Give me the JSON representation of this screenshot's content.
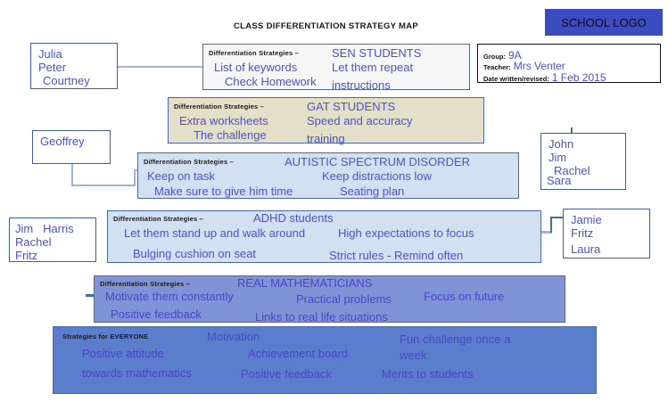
{
  "page": {
    "title": "CLASS DIFFERENTIATION STRATEGY MAP",
    "logo_label": "SCHOOL LOGO"
  },
  "info": {
    "group_label": "Group:",
    "group_value": "9A",
    "teacher_label": "Teacher:",
    "teacher_value": "Mrs Venter",
    "date_label": "Date written/revised:",
    "date_value": "1 Feb 2015"
  },
  "common": {
    "strategy_header": "Differentiation  Strategies  –",
    "everyone_header": "Strategies  for EVERYONE"
  },
  "groups": {
    "sen": {
      "category": "SEN STUDENTS",
      "strategies": [
        "List of keywords",
        "Check Homework",
        "Let them repeat",
        "instructions"
      ],
      "students": [
        "Julia",
        "Peter",
        "Courtney"
      ]
    },
    "gat": {
      "category": "GAT STUDENTS",
      "strategies": [
        "Extra worksheets",
        "The challenge",
        "Speed and accuracy",
        "training"
      ],
      "students": []
    },
    "asd": {
      "category": "AUTISTIC SPECTRUM DISORDER",
      "strategies": [
        "Keep on task",
        "Make sure to give him time",
        "Keep distractions low",
        "Seating plan"
      ],
      "students_left": [
        "Geoffrey"
      ],
      "students_right": [
        "John",
        "Jim",
        "Rachel",
        "Sara"
      ]
    },
    "adhd": {
      "category": "ADHD students",
      "strategies": [
        "Let them stand up and walk around",
        "Bulging cushion on seat",
        "High expectations to focus",
        "Strict rules - Remind often"
      ],
      "students_left": [
        "Jim",
        "Harris",
        "Rachel",
        "Fritz"
      ],
      "students_right": [
        "Jamie",
        "Fritz",
        "Laura"
      ]
    },
    "mathematicians": {
      "category": "REAL MATHEMATICIANS",
      "strategies": [
        "Motivate them constantly",
        "Positive feedback",
        "Practical problems",
        "Links to real life situations",
        "Focus on future"
      ]
    },
    "everyone": {
      "strategies": [
        "Positive attitude",
        "towards mathematics",
        "Motivation",
        "Achievement board",
        "Positive feedback",
        "Fun challenge once a",
        "week",
        "Merits to students"
      ]
    }
  },
  "colors": {
    "logo_bg": "#3b4cc0",
    "text_blue": "#4b52cf",
    "border_blue": "#4a6aa5",
    "sen_bg": "#f6f6f6",
    "gat_bg": "#e4dfc9",
    "asd_bg": "#d3e0f2",
    "adhd_bg": "#d3e0f2",
    "math_bg": "#7f93d6",
    "everyone_bg": "#5a7ecb"
  }
}
